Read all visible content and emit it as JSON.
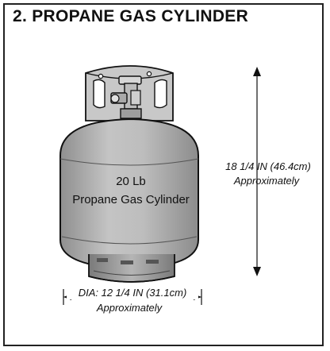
{
  "title": "2. PROPANE GAS CYLINDER",
  "cylinder": {
    "capacity": "20 Lb",
    "name": "Propane Gas Cylinder"
  },
  "height": {
    "value": "18  1/4 IN (46.4cm)",
    "qualifier": "Approximately"
  },
  "diameter": {
    "value": "DIA: 12  1/4 IN (31.1cm)",
    "qualifier": "Approximately"
  },
  "colors": {
    "tank_body": "#b9b9b9",
    "tank_dark": "#8a8a8a",
    "outline": "#111111",
    "background": "#ffffff"
  }
}
